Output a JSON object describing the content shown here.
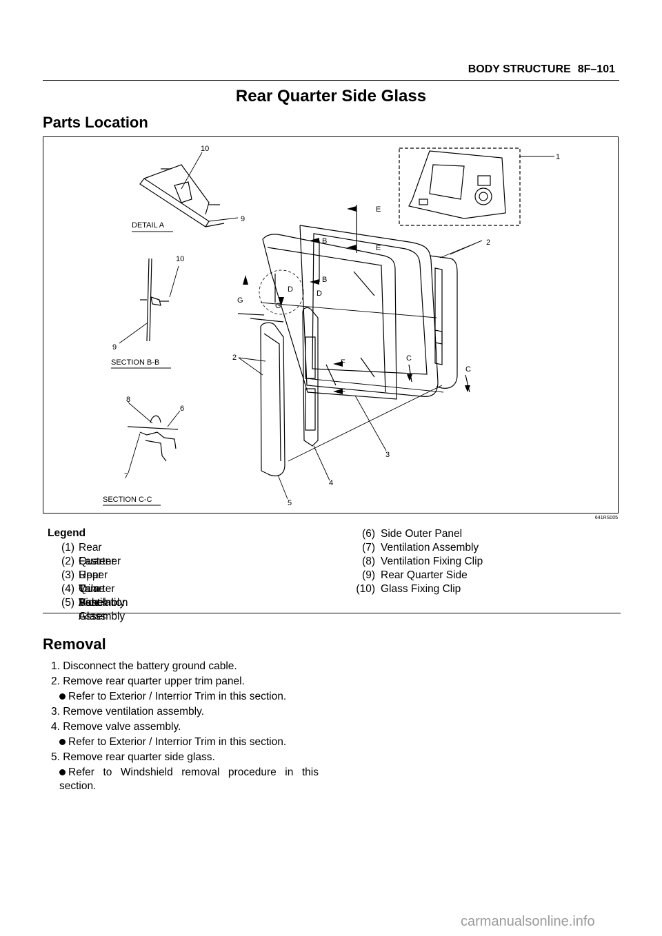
{
  "header": {
    "section": "BODY STRUCTURE",
    "page": "8F–101"
  },
  "title": "Rear Quarter Side Glass",
  "subtitle": "Parts Location",
  "figure": {
    "code": "641RS005",
    "section_labels": [
      "DETAIL A",
      "SECTION B-B",
      "SECTION C-C"
    ],
    "callouts": [
      "1",
      "2",
      "2",
      "3",
      "4",
      "5",
      "6",
      "7",
      "8",
      "9",
      "9",
      "10",
      "10"
    ],
    "view_letters": [
      "B",
      "B",
      "C",
      "C",
      "D",
      "D",
      "E",
      "E",
      "F",
      "F",
      "G",
      "G"
    ]
  },
  "legend": {
    "title": "Legend",
    "items": [
      {
        "num": "(1)",
        "text": "Rear Quarter Upper Trim Panel"
      },
      {
        "num": "(2)",
        "text": "Fastener"
      },
      {
        "num": "(3)",
        "text": "Rear Quarter Side Glass"
      },
      {
        "num": "(4)",
        "text": "Valve Assembly"
      },
      {
        "num": "(5)",
        "text": "Ventilation Assembly"
      },
      {
        "num": "(6)",
        "text": "Side Outer Panel"
      },
      {
        "num": "(7)",
        "text": "Ventilation Assembly"
      },
      {
        "num": "(8)",
        "text": "Ventilation Fixing Clip"
      },
      {
        "num": "(9)",
        "text": "Rear Quarter Side"
      },
      {
        "num": "(10)",
        "text": "Glass Fixing Clip"
      }
    ]
  },
  "removal": {
    "title": "Removal",
    "steps": [
      {
        "text": "1. Disconnect the battery ground cable.",
        "bullets": []
      },
      {
        "text": "2. Remove rear quarter upper trim panel.",
        "bullets": [
          "Refer to Exterior / Interrior Trim in this section."
        ]
      },
      {
        "text": "3. Remove ventilation assembly.",
        "bullets": []
      },
      {
        "text": "4. Remove valve assembly.",
        "bullets": [
          "Refer to Exterior / Interrior Trim in this section."
        ]
      },
      {
        "text": "5. Remove rear quarter side glass.",
        "bullets": [
          "Refer to Windshield removal procedure in this section."
        ]
      }
    ]
  },
  "footer": "carmanualsonline.info"
}
